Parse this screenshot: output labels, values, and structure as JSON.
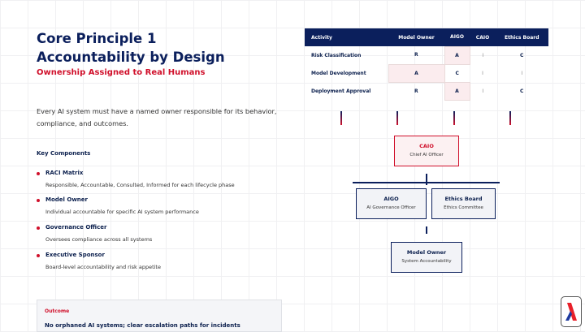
{
  "title": {
    "line1": "Core Principle 1",
    "line2": "Accountability by Design"
  },
  "subtitle": "Ownership Assigned to Real Humans",
  "intro": "Every AI system must have a named owner responsible for its behavior, compliance, and outcomes.",
  "key_components_label": "Key Components",
  "components": [
    {
      "title": "RACI Matrix",
      "desc": "Responsible, Accountable, Consulted, Informed for each lifecycle phase"
    },
    {
      "title": "Model Owner",
      "desc": "Individual accountable for specific AI system performance"
    },
    {
      "title": "Governance Officer",
      "desc": "Oversees compliance across all systems"
    },
    {
      "title": "Executive Sponsor",
      "desc": "Board-level accountability and risk appetite"
    }
  ],
  "outcome": {
    "label": "Outcome",
    "text": "No orphaned AI systems; clear escalation paths for incidents"
  },
  "raci": {
    "headers": [
      "Activity",
      "Model Owner",
      "AIGO",
      "CAIO",
      "Ethics Board"
    ],
    "rows": [
      [
        "Risk Classification",
        "R",
        "A",
        "I",
        "C"
      ],
      [
        "Model Development",
        "A",
        "C",
        "I",
        "I"
      ],
      [
        "Deployment Approval",
        "R",
        "A",
        "I",
        "C"
      ]
    ]
  },
  "org": {
    "top": {
      "name": "CAIO",
      "role": "Chief AI Officer"
    },
    "mid": [
      {
        "name": "AIGO",
        "role": "AI Governance Officer"
      },
      {
        "name": "Ethics Board",
        "role": "Ethics Committee"
      }
    ],
    "bottom": {
      "name": "Model Owner",
      "role": "System Accountability"
    }
  },
  "colors": {
    "navy": "#0b1f5c",
    "red": "#d0102b"
  }
}
